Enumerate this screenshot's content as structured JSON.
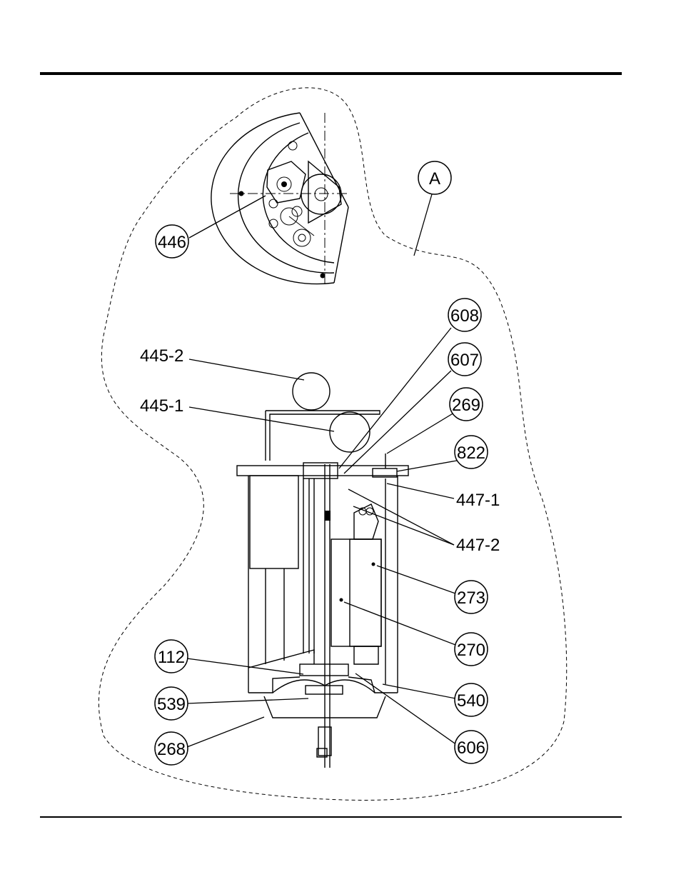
{
  "detail_label": "A",
  "callouts": {
    "c446": "446",
    "c608": "608",
    "c607": "607",
    "c269": "269",
    "c822": "822",
    "c273": "273",
    "c270": "270",
    "c112": "112",
    "c539": "539",
    "c540": "540",
    "c268": "268",
    "c606": "606"
  },
  "plain_labels": {
    "l445_2": "445-2",
    "l445_1": "445-1",
    "l447_1": "447-1",
    "l447_2": "447-2"
  }
}
